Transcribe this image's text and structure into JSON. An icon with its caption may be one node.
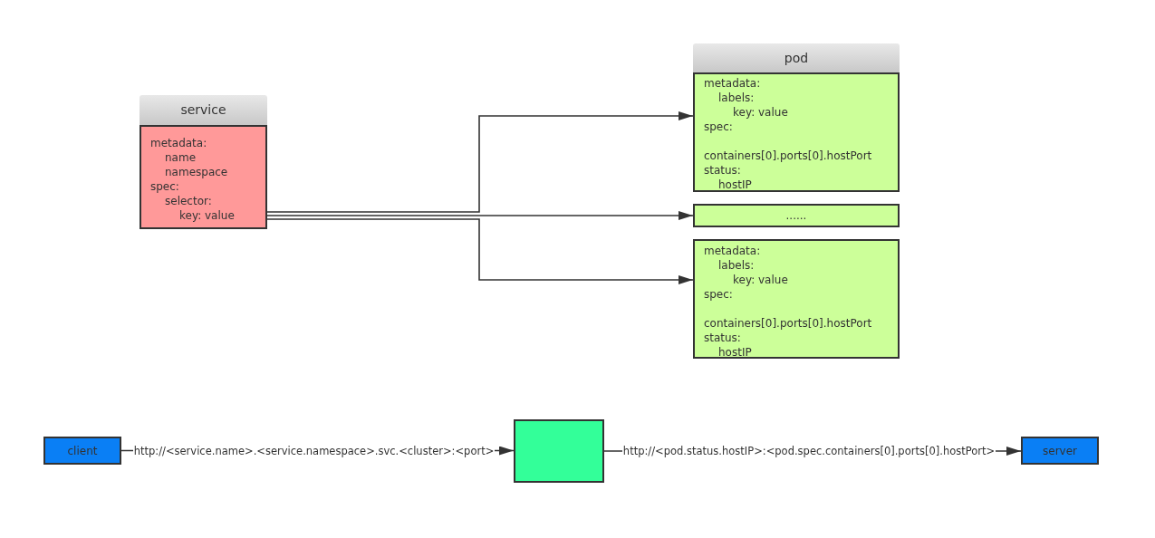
{
  "diagram": {
    "nodes": [
      {
        "text": [
          "service",
          "metadata:",
          "name",
          "namespace",
          "spec:",
          "selector:",
          "key: value"
        ]
      },
      {
        "text": [
          "pod",
          "metadata:",
          "labels:",
          "key: value",
          "spec:",
          "containers[0].ports[0].hostPort",
          "status:",
          "hostIP"
        ]
      },
      {
        "text": [
          "......"
        ]
      },
      {
        "text": [
          "metadata:",
          "labels:",
          "key: value",
          "spec:",
          "containers[0].ports[0].hostPort",
          "status:",
          "hostIP"
        ]
      },
      {
        "text": [
          "client"
        ]
      },
      {
        "text": [],
        "shape": "box"
      },
      {
        "text": [
          "server"
        ]
      }
    ],
    "edges": [
      {
        "from": 0,
        "to": 1,
        "arrow": "to"
      },
      {
        "from": 0,
        "to": 2,
        "arrow": "to"
      },
      {
        "from": 0,
        "to": 3,
        "arrow": "to"
      },
      {
        "from": 4,
        "to": 5,
        "arrow": "to",
        "label": "http://<service.name>.<service.namespace>.svc.<cluster>:<port>"
      },
      {
        "from": 5,
        "to": 6,
        "arrow": "to",
        "label": "http://<pod.status.hostIP>:<pod.spec.containers[0].ports[0].hostPort>"
      }
    ]
  }
}
